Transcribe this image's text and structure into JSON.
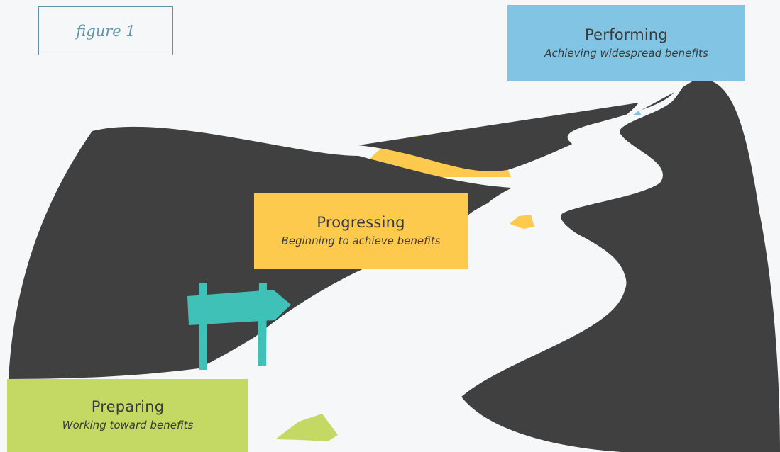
{
  "figure_label": "figure 1",
  "stages": {
    "performing": {
      "title": "Performing",
      "subtitle": "Achieving widespread benefits"
    },
    "progressing": {
      "title": "Progressing",
      "subtitle": "Beginning to achieve benefits"
    },
    "preparing": {
      "title": "Preparing",
      "subtitle": "Working toward benefits"
    }
  },
  "colors": {
    "background": "#f5f7f9",
    "hill": "#404040",
    "road": "#f5f7f9",
    "sun": "#fdca4e",
    "signpost": "#3fc1b8",
    "performing": "#82c4e4",
    "progressing": "#fdca4e",
    "preparing": "#c4d963",
    "figure_label": "#5f97a6"
  }
}
